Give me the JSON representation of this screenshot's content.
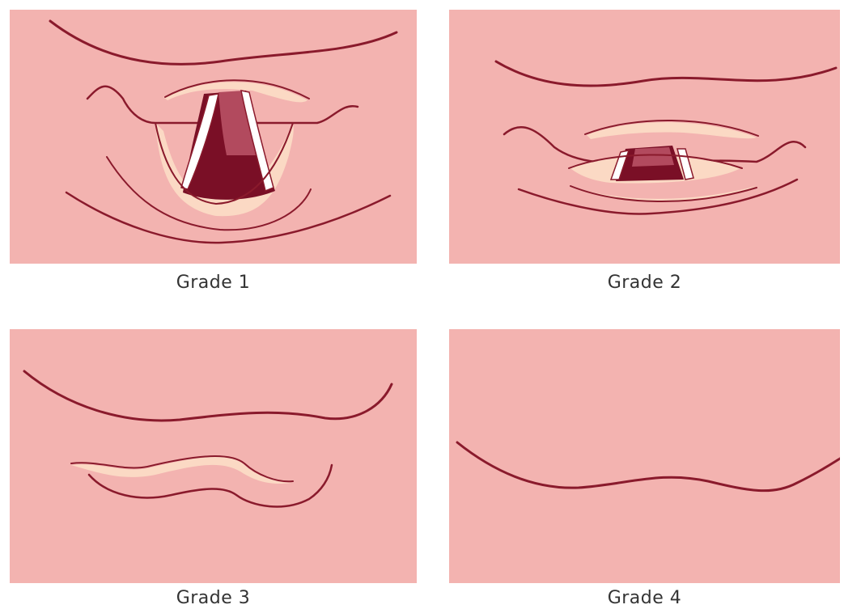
{
  "panels": [
    {
      "caption": "Grade 1"
    },
    {
      "caption": "Grade 2"
    },
    {
      "caption": "Grade 3"
    },
    {
      "caption": "Grade 4"
    }
  ],
  "colors": {
    "background_tissue": "#f3b3b0",
    "outline": "#8a1a2c",
    "dark_cavity": "#7a0f26",
    "pale_highlight": "#fbd9c4",
    "cord_white": "#ffffff"
  }
}
